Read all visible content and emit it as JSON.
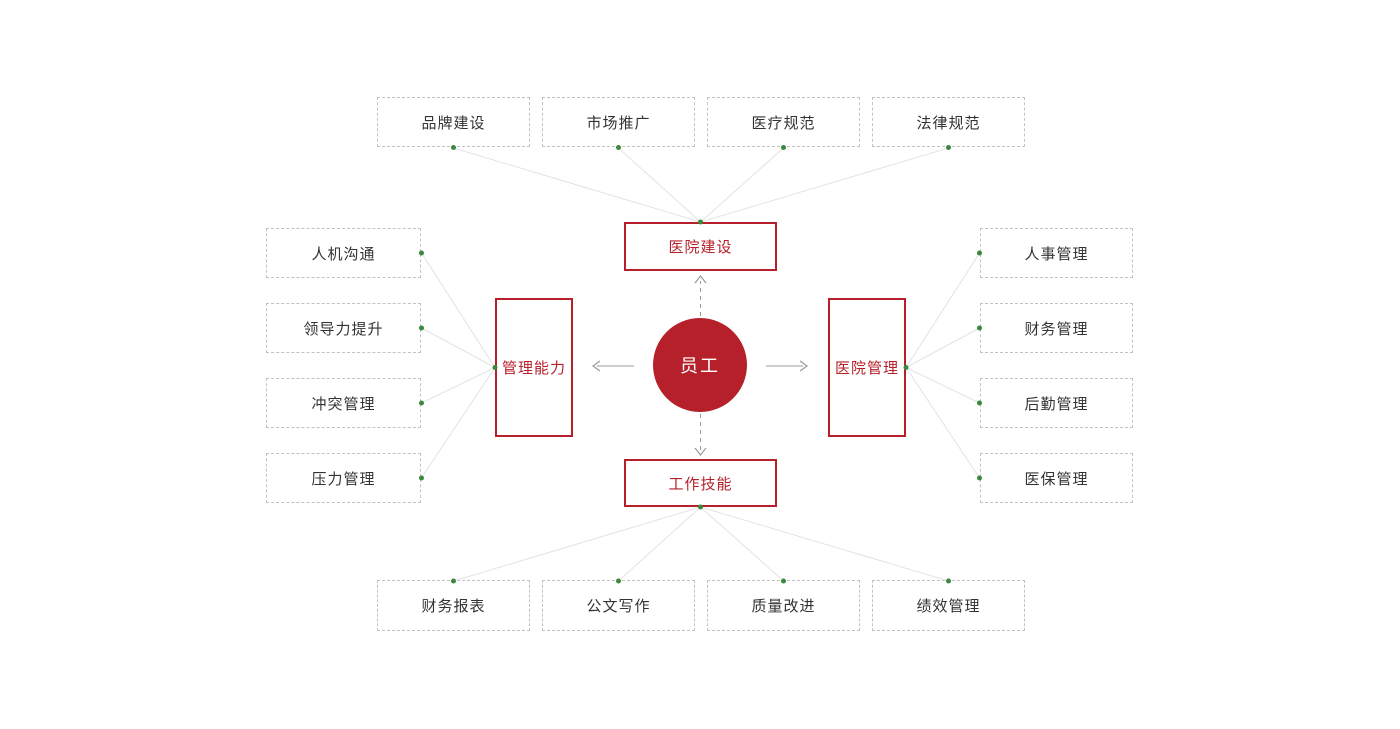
{
  "diagram": {
    "center": {
      "label": "员工"
    },
    "branches": {
      "top": {
        "label": "医院建设",
        "items": [
          "品牌建设",
          "市场推广",
          "医疗规范",
          "法律规范"
        ]
      },
      "left": {
        "label": "管理能力",
        "items": [
          "人机沟通",
          "领导力提升",
          "冲突管理",
          "压力管理"
        ]
      },
      "right": {
        "label": "医院管理",
        "items": [
          "人事管理",
          "财务管理",
          "后勤管理",
          "医保管理"
        ]
      },
      "bottom": {
        "label": "工作技能",
        "items": [
          "财务报表",
          "公文写作",
          "质量改进",
          "绩效管理"
        ]
      }
    },
    "colors": {
      "accent_red": "#b5202a",
      "dot_green": "#3a8a3e",
      "line_gray": "#e3e3e3",
      "arrow_gray": "#9b9b9b",
      "dashed_border": "#c2c2c2",
      "text_dark": "#333333",
      "bg": "#ffffff"
    }
  }
}
